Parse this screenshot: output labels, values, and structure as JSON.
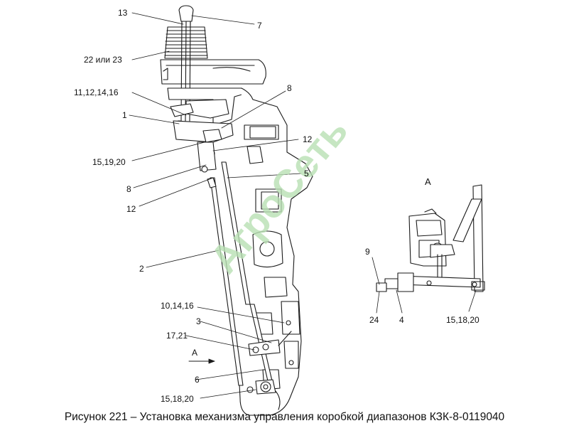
{
  "caption": "Рисунок 221 – Установка механизма управления коробкой диапазонов КЗК-8-0119040",
  "watermark": "АгроСеть",
  "view_title": "А",
  "arrow_label": "А",
  "callouts": {
    "c13": "13",
    "c7": "7",
    "c22_23": "22 или 23",
    "c11_12_14_16": "11,12,14,16",
    "c8_top": "8",
    "c1": "1",
    "c12_right": "12",
    "c15_19_20": "15,19,20",
    "c5": "5",
    "c8_left": "8",
    "c12_left": "12",
    "c2": "2",
    "c10_14_16": "10,14,16",
    "c3": "3",
    "c17_21": "17,21",
    "c6": "6",
    "c15_18_20_main": "15,18,20",
    "c9": "9",
    "c24": "24",
    "c4": "4",
    "c15_18_20_view": "15,18,20"
  }
}
